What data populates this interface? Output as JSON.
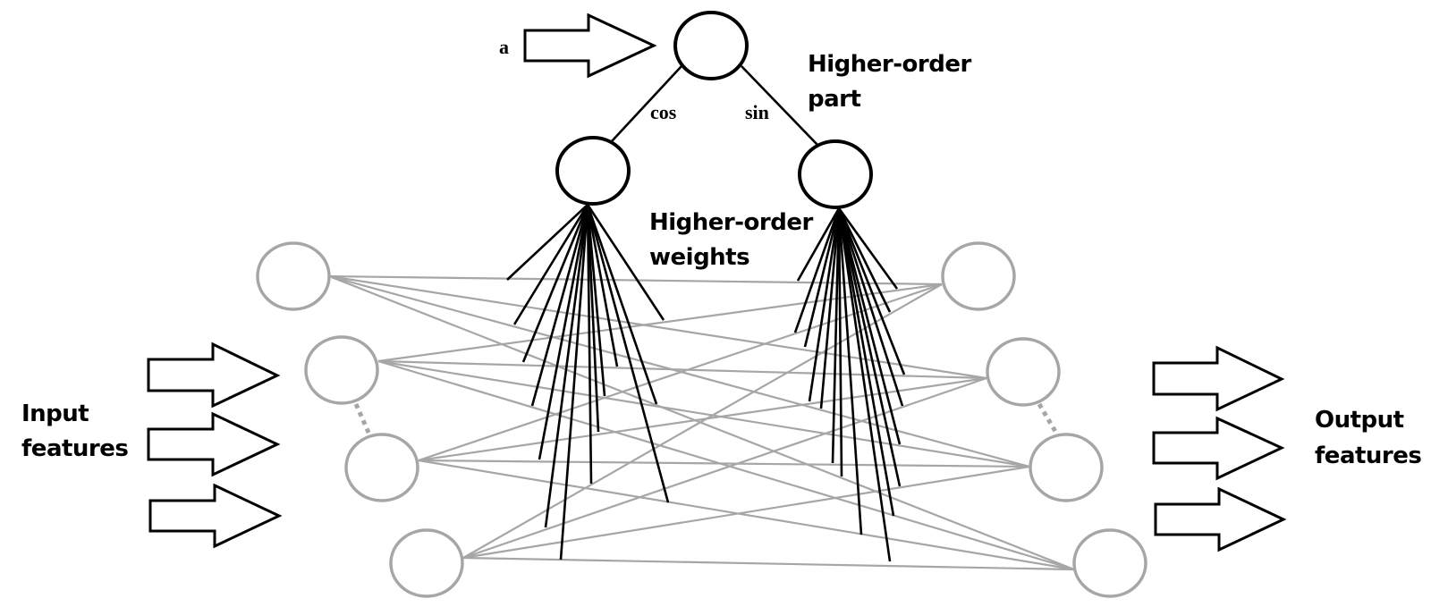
{
  "labels": {
    "input_line1": "Input",
    "input_line2": "features",
    "output_line1": "Output",
    "output_line2": "features",
    "higher_part_line1": "Higher-order",
    "higher_part_line2": "part",
    "higher_weights_line1": "Higher-order",
    "higher_weights_line2": "weights",
    "a": "a",
    "cos": "cos",
    "sin": "sin"
  },
  "network": {
    "input_arrow_count": 3,
    "output_arrow_count": 3,
    "left_layer_node_count": 4,
    "right_layer_node_count": 4,
    "connectivity": "fully-connected",
    "higher_order_weight_count_cos": 14,
    "higher_order_weight_count_sin": 16
  },
  "colors": {
    "network": "#a6a6a6",
    "higher_order": "#000000"
  }
}
